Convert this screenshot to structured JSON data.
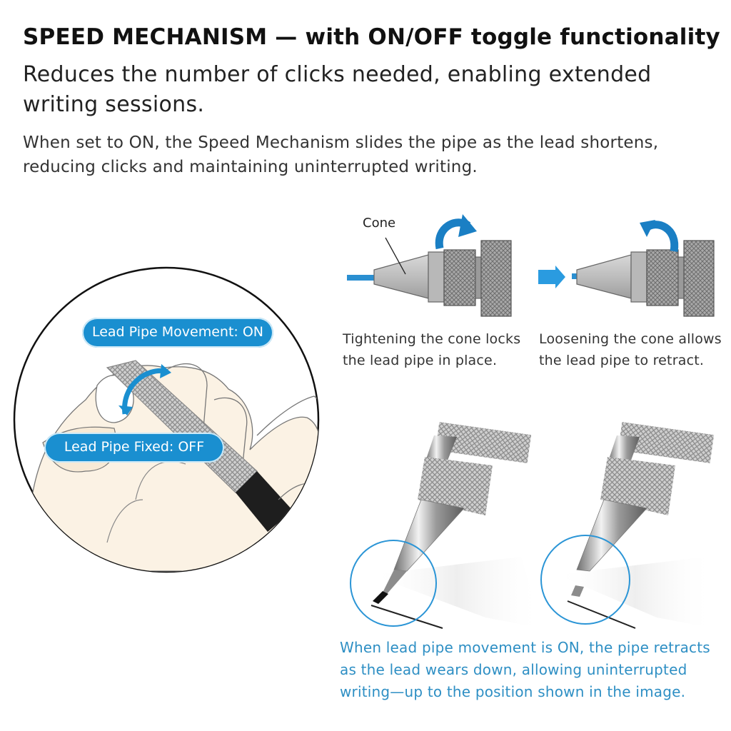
{
  "header": {
    "title": "SPEED MECHANISM — with ON/OFF toggle functionality",
    "subtitle": "Reduces the number of clicks needed, enabling extended writing sessions.",
    "body": "When set to ON, the Speed Mechanism slides the pipe as the lead shortens, reducing clicks and maintaining uninterrupted writing."
  },
  "diagram": {
    "cone_label": "Cone",
    "tighten_caption": "Tightening the cone locks the lead pipe in place.",
    "loosen_caption": "Loosening the cone allows the lead pipe to retract."
  },
  "hand_illustration": {
    "on_label": "Lead Pipe Movement: ON",
    "off_label": "Lead Pipe Fixed: OFF"
  },
  "photos": {
    "caption": "When lead pipe movement is ON, the pipe retracts as the lead wears down, allowing uninterrupted writing—up to the position shown in the image."
  },
  "colors": {
    "accent_blue": "#1a8fd0",
    "caption_blue": "#2e8fc4",
    "metal": "#b9b9b9",
    "skin": "#fbf2e4"
  }
}
